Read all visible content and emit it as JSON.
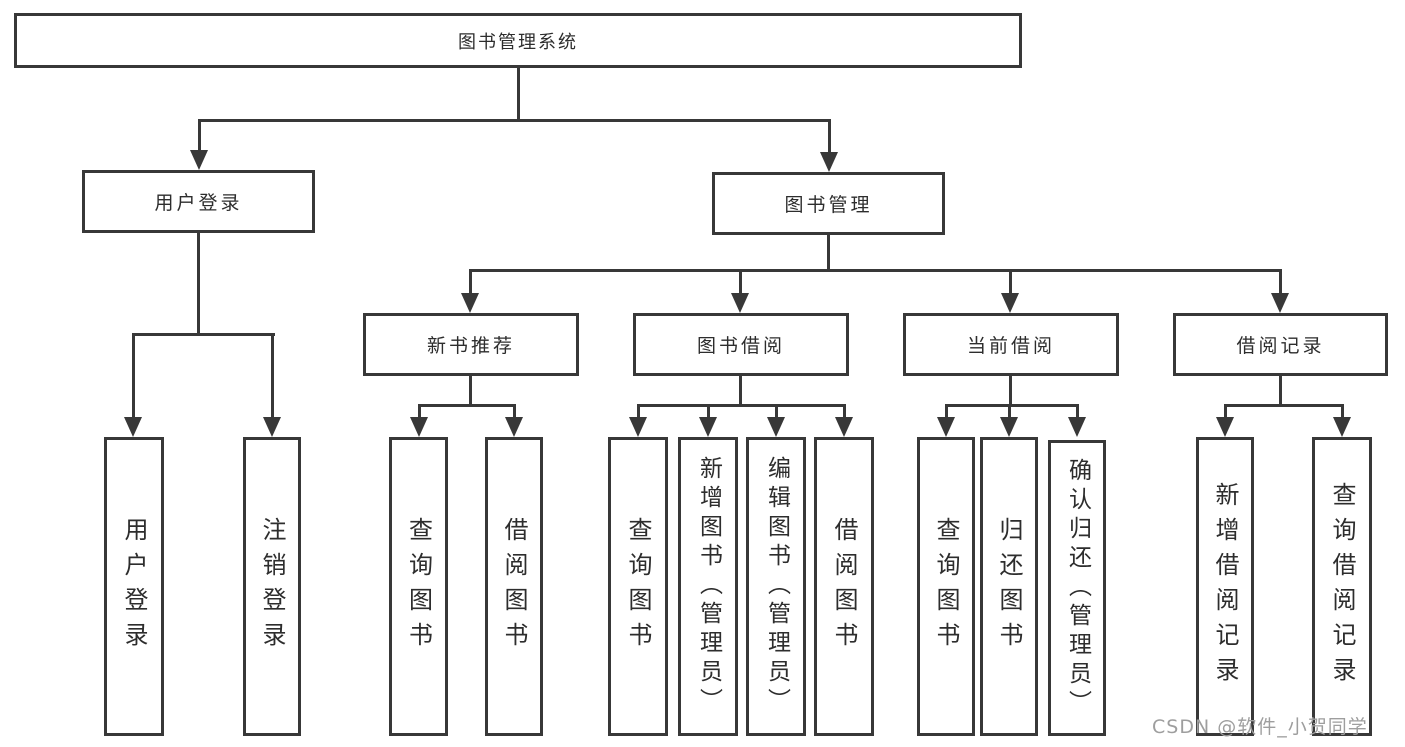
{
  "tree": {
    "root": {
      "label": "图书管理系统"
    },
    "branches": [
      {
        "label": "用户登录",
        "children": [
          {
            "label": "用户登录"
          },
          {
            "label": "注销登录"
          }
        ]
      },
      {
        "label": "图书管理",
        "sections": [
          {
            "label": "新书推荐",
            "children": [
              {
                "label": "查询图书"
              },
              {
                "label": "借阅图书"
              }
            ]
          },
          {
            "label": "图书借阅",
            "children": [
              {
                "label": "查询图书"
              },
              {
                "label": "新增图书（管理员）"
              },
              {
                "label": "编辑图书（管理员）"
              },
              {
                "label": "借阅图书"
              }
            ]
          },
          {
            "label": "当前借阅",
            "children": [
              {
                "label": "查询图书"
              },
              {
                "label": "归还图书"
              },
              {
                "label": "确认归还（管理员）"
              }
            ]
          },
          {
            "label": "借阅记录",
            "children": [
              {
                "label": "新增借阅记录"
              },
              {
                "label": "查询借阅记录"
              }
            ]
          }
        ]
      }
    ]
  },
  "watermark": {
    "text": "CSDN @软件_小贺同学"
  },
  "colors": {
    "line": "#383838",
    "text": "#2d2d2d",
    "watermark": "#9e9e9e",
    "background": "#ffffff"
  }
}
